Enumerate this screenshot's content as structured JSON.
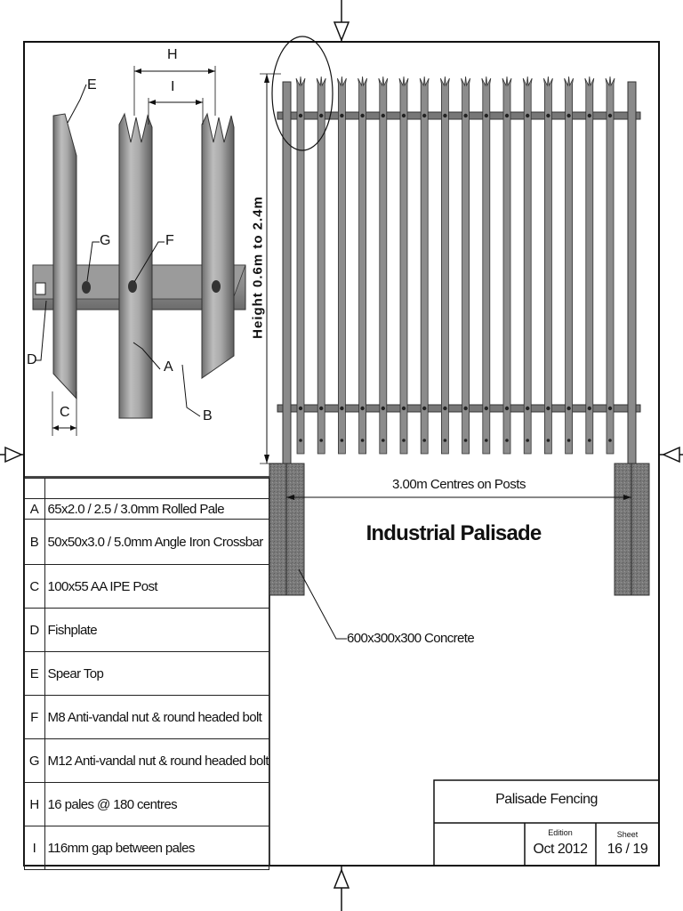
{
  "drawing_title": "Industrial Palisade",
  "height_label": "Height 0.6m to 2.4m",
  "centres_label": "3.00m Centres on Posts",
  "concrete_label": "600x300x300 Concrete",
  "detail_letters": {
    "a": "A",
    "b": "B",
    "c": "C",
    "d": "D",
    "e": "E",
    "f": "F",
    "g": "G",
    "h": "H",
    "i": "I"
  },
  "parts": [
    {
      "code": "A",
      "desc": "65x2.0 / 2.5 / 3.0mm Rolled Pale"
    },
    {
      "code": "B",
      "desc": "50x50x3.0 / 5.0mm Angle Iron Crossbar"
    },
    {
      "code": "C",
      "desc": "100x55 AA IPE Post"
    },
    {
      "code": "D",
      "desc": "Fishplate"
    },
    {
      "code": "E",
      "desc": "Spear Top"
    },
    {
      "code": "F",
      "desc": "M8 Anti-vandal nut & round headed bolt"
    },
    {
      "code": "G",
      "desc": "M12 Anti-vandal nut & round headed bolt"
    },
    {
      "code": "H",
      "desc": "16 pales @ 180 centres"
    },
    {
      "code": "I",
      "desc": "116mm gap between pales"
    }
  ],
  "title_block": {
    "name": "Palisade Fencing",
    "edition_label": "Edition",
    "edition_value": "Oct 2012",
    "sheet_label": "Sheet",
    "sheet_value": "16 / 19"
  }
}
